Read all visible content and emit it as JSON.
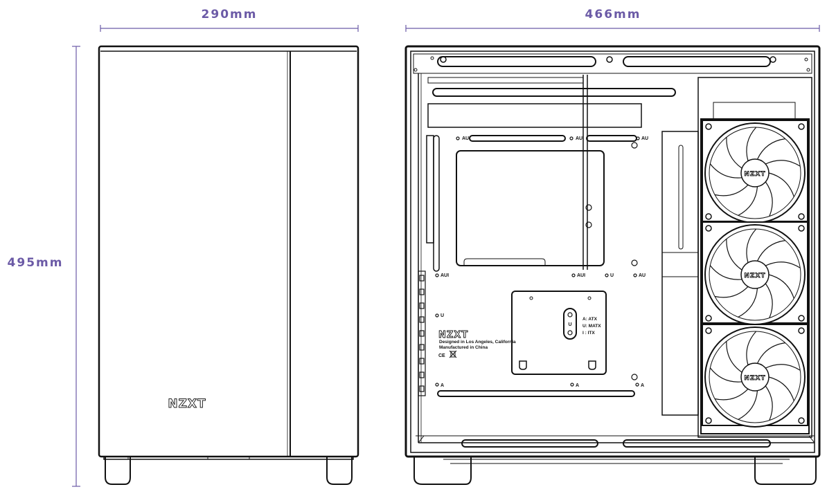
{
  "dimensions": {
    "width": "290mm",
    "depth": "466mm",
    "height": "495mm"
  },
  "brand": {
    "front_logo": "NZXT",
    "panel_logo": "NZXT",
    "fan_logo": "NZXT",
    "designed_in": "Designed in Los Angeles, California",
    "manufactured_in": "Manufactured in China",
    "certifications": "CE"
  },
  "mount_labels": {
    "aui": "AUI",
    "au": "AU",
    "u": "U",
    "a": "A"
  },
  "form_factor_legend": {
    "badge": "U",
    "atx": "A: ATX",
    "matx": "U: MATX",
    "itx": "I : ITX"
  },
  "colors": {
    "dimension_text": "#6b5aa6",
    "dimension_line": "#6b5aa6",
    "outline": "#111111"
  }
}
